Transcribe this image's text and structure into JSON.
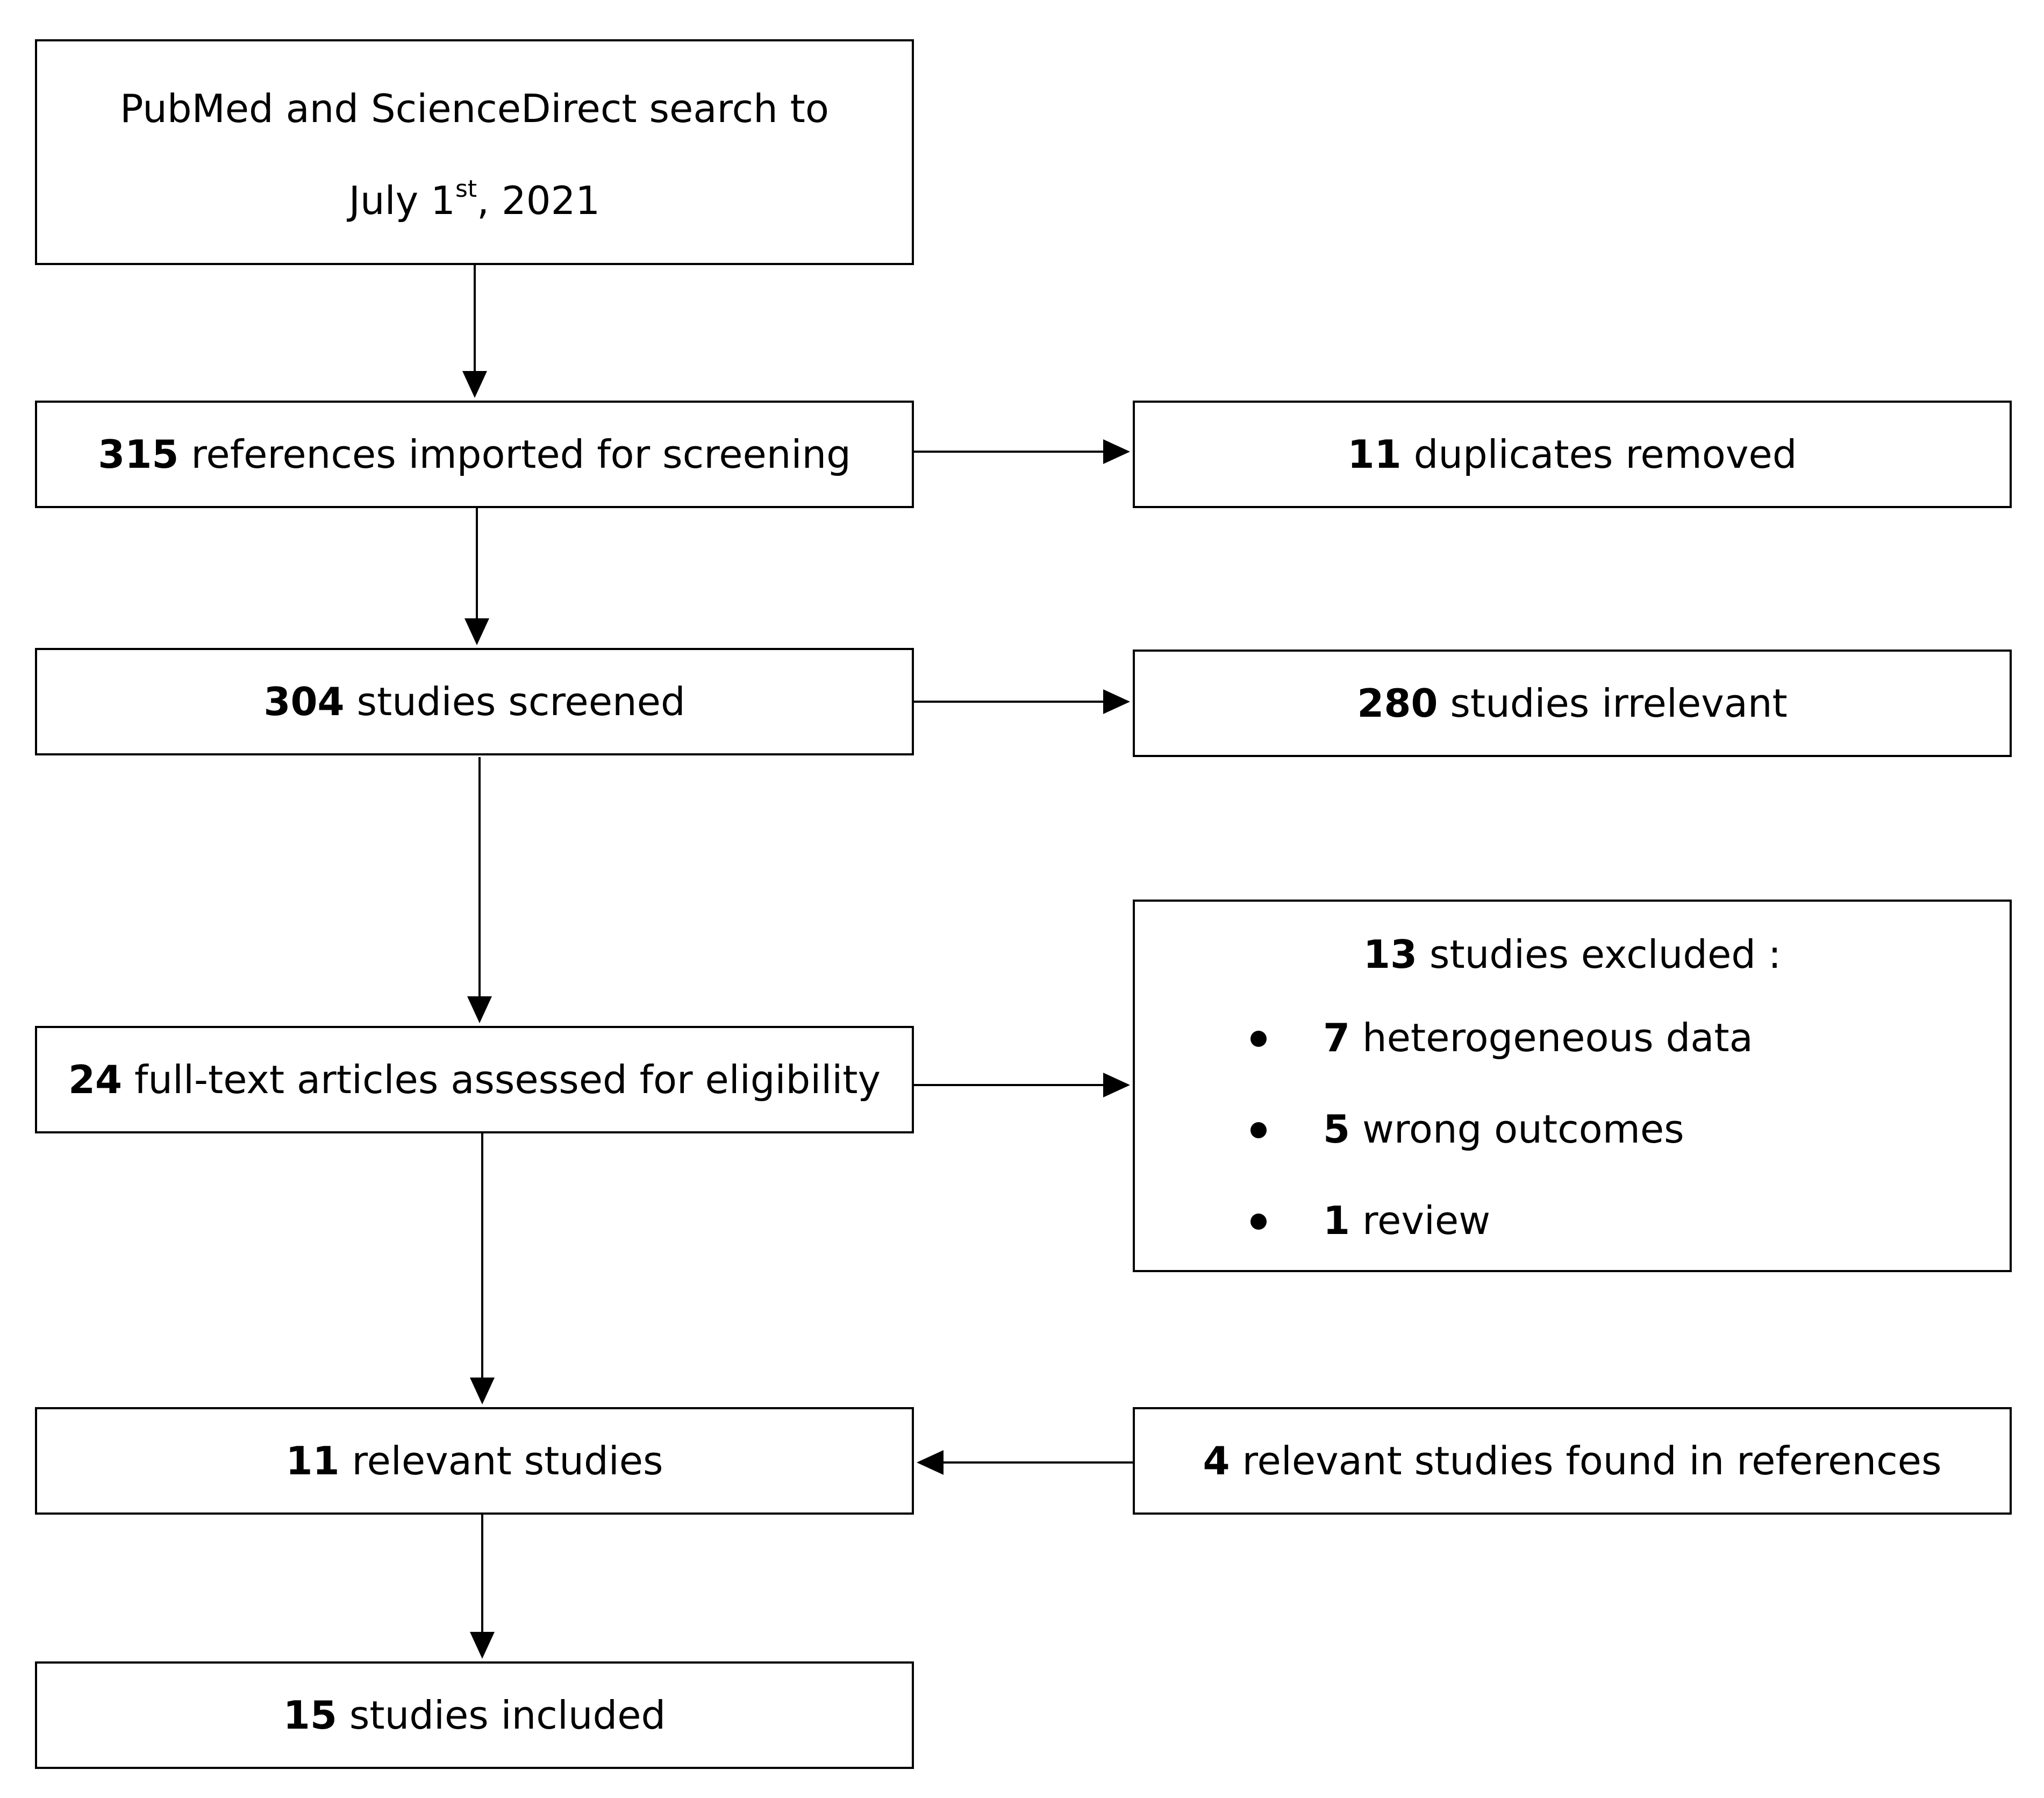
{
  "nodes": {
    "search": {
      "line1": "PubMed and ScienceDirect search to",
      "month_day": "July 1",
      "suffix": "st",
      "year": ", 2021"
    },
    "imported": {
      "count": "315",
      "label": " references imported for screening"
    },
    "duplicates": {
      "count": "11",
      "label": " duplicates removed"
    },
    "screened": {
      "count": "304",
      "label": " studies screened"
    },
    "irrelevant": {
      "count": "280",
      "label": " studies irrelevant"
    },
    "fulltext": {
      "count": "24",
      "label": " full-text articles assessed for eligibility"
    },
    "excluded": {
      "count": "13",
      "label": " studies excluded :",
      "items": [
        {
          "count": "7",
          "label": " heterogeneous data"
        },
        {
          "count": "5",
          "label": " wrong outcomes"
        },
        {
          "count": "1",
          "label": " review"
        }
      ]
    },
    "relevant": {
      "count": "11",
      "label": " relevant studies"
    },
    "references_found": {
      "count": "4",
      "label": " relevant studies found in references"
    },
    "included": {
      "count": "15",
      "label": " studies included"
    }
  },
  "edges": [
    {
      "from": "search",
      "to": "imported"
    },
    {
      "from": "imported",
      "to": "duplicates"
    },
    {
      "from": "imported",
      "to": "screened"
    },
    {
      "from": "screened",
      "to": "irrelevant"
    },
    {
      "from": "screened",
      "to": "fulltext"
    },
    {
      "from": "fulltext",
      "to": "excluded"
    },
    {
      "from": "fulltext",
      "to": "relevant"
    },
    {
      "from": "references_found",
      "to": "relevant"
    },
    {
      "from": "relevant",
      "to": "included"
    }
  ]
}
